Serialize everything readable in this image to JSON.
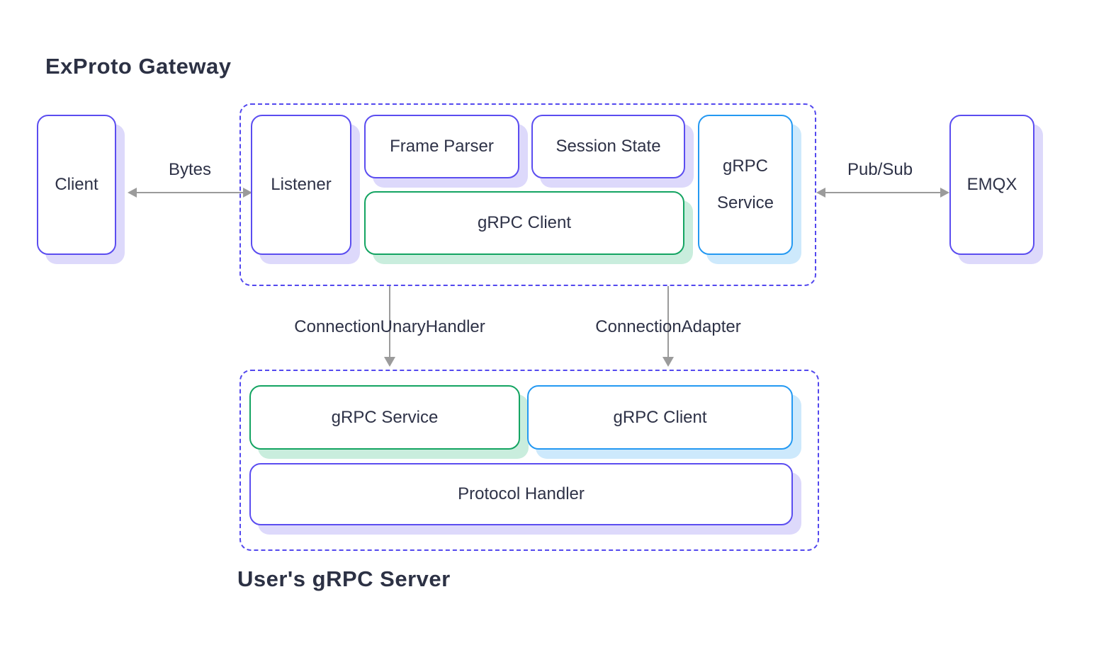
{
  "diagram": {
    "title": "ExProto Gateway",
    "footer_title": "User's gRPC Server",
    "nodes": {
      "client": "Client",
      "listener": "Listener",
      "frame_parser": "Frame Parser",
      "session_state": "Session State",
      "grpc_client_top": "gRPC Client",
      "grpc_service_top": "gRPC Service",
      "emqx": "EMQX",
      "grpc_service_bottom": "gRPC Service",
      "grpc_client_bottom": "gRPC Client",
      "protocol_handler": "Protocol Handler"
    },
    "edges": {
      "bytes": "Bytes",
      "pubsub": "Pub/Sub",
      "connection_unary_handler": "ConnectionUnaryHandler",
      "connection_adapter": "ConnectionAdapter"
    },
    "colors": {
      "purple_border": "#5b4df0",
      "dashed_border": "#5348ee",
      "green_border": "#14a462",
      "blue_border": "#2499f2",
      "text": "#2e3247",
      "arrow_gray": "#9b9b9b",
      "shadow_purple": "#ddd9fb",
      "shadow_green": "#c9eddd",
      "shadow_blue": "#cde9fc",
      "background": "#ffffff"
    }
  }
}
